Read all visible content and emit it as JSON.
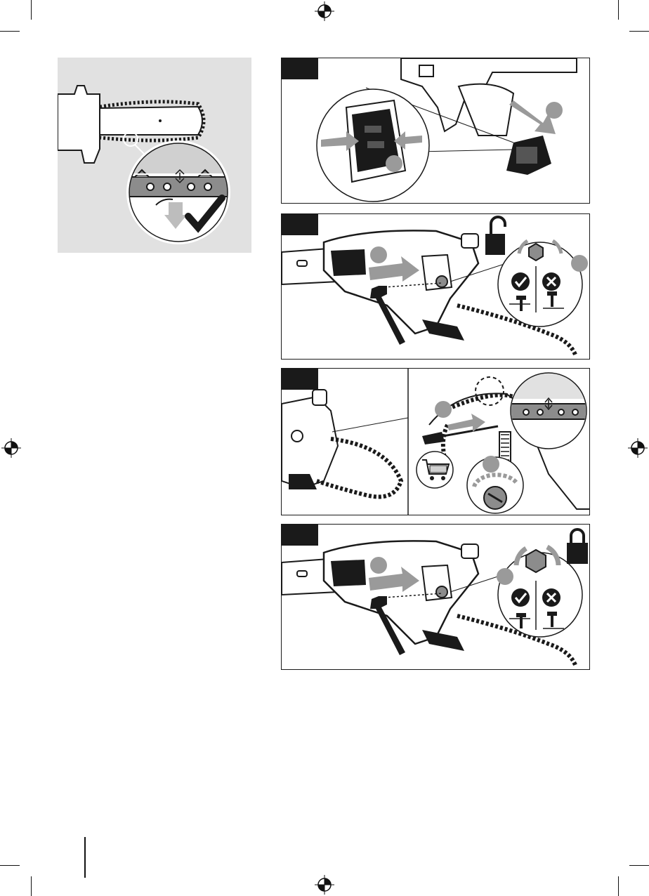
{
  "colors": {
    "ink": "#1a1a1a",
    "grey_panel": "#e1e1e1",
    "mid_grey": "#8c8c8c",
    "light_grey": "#cfcfcf",
    "arrow_grey": "#9a9a9a",
    "white": "#ffffff"
  },
  "icons": {
    "crop_marks": "crop-marks",
    "registration": "registration-crosshair",
    "chain_sag": "chain-sag-check",
    "battery_release": "battery-release",
    "lock_open": "padlock-open",
    "lock_closed": "padlock-closed",
    "ok": "check-circle",
    "not_ok": "cross-circle",
    "nut": "hex-nut",
    "cart": "shopping-cart",
    "screwdriver": "screwdriver",
    "wrench": "spanner"
  }
}
